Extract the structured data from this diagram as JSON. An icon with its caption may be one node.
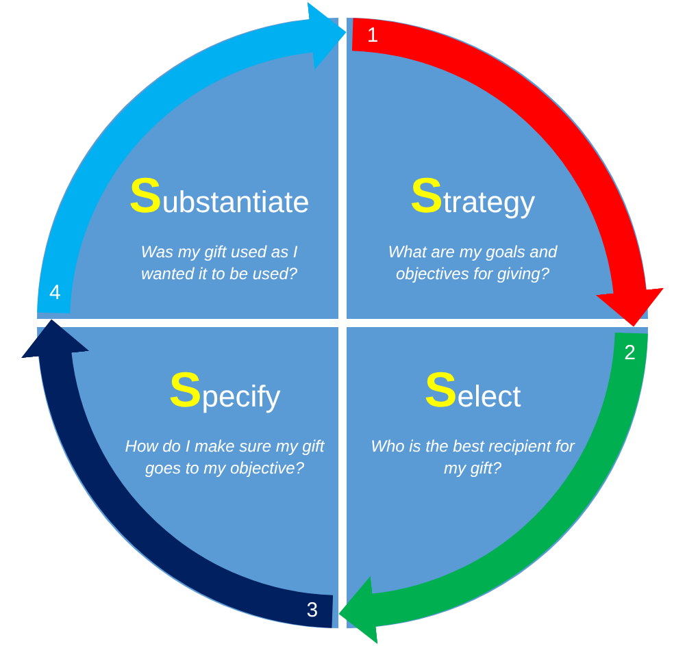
{
  "diagram": {
    "nodes": [
      {
        "text": [
          "Substantiate",
          "Was my gift used as I wanted it to be used?"
        ]
      },
      {
        "text": [
          "Strategy",
          "What are my goals and objectives for giving?"
        ]
      },
      {
        "text": [
          "Specify",
          "How do I make sure my gift goes to my objective?"
        ]
      },
      {
        "text": [
          "Select",
          "Who is the best recipient for my gift?"
        ]
      }
    ],
    "edges": [
      {
        "from": 1,
        "to": 3,
        "arrow": "to",
        "label": "1",
        "color": "#ff0000"
      },
      {
        "from": 3,
        "to": 2,
        "arrow": "to",
        "label": "2",
        "color": "#00b050"
      },
      {
        "from": 2,
        "to": 0,
        "arrow": "to",
        "label": "3",
        "color": "#002060"
      },
      {
        "from": 0,
        "to": 1,
        "arrow": "to",
        "label": "4",
        "color": "#00b0f0"
      }
    ]
  }
}
